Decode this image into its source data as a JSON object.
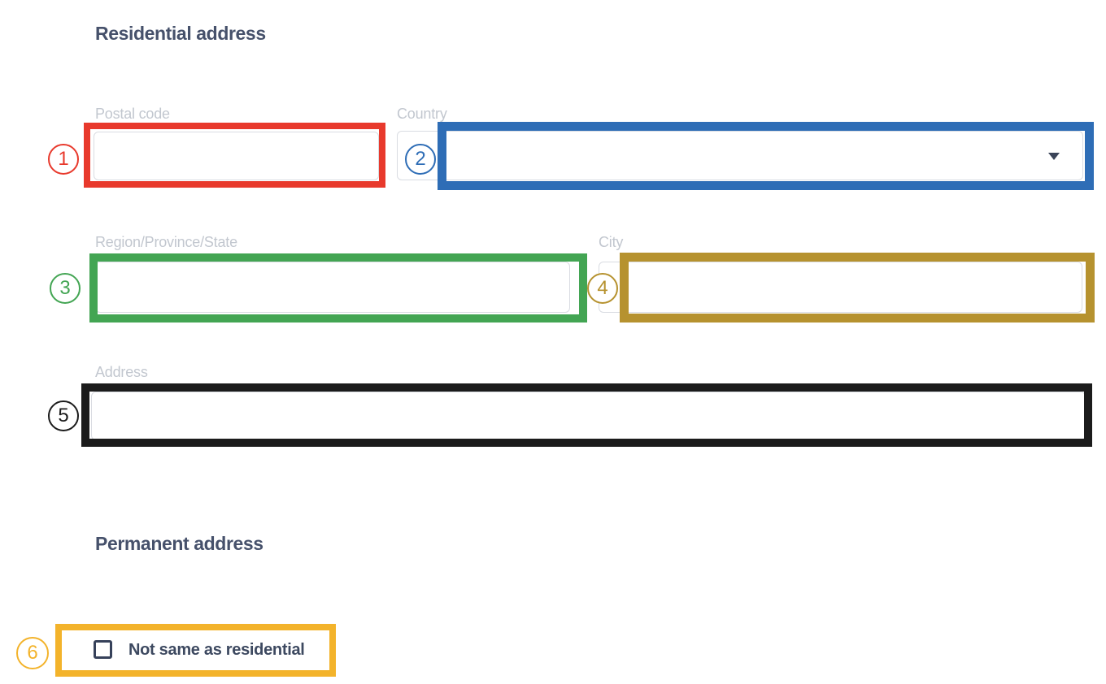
{
  "residential": {
    "title": "Residential address",
    "postal_code": {
      "label": "Postal code",
      "value": ""
    },
    "country": {
      "label": "Country",
      "value": ""
    },
    "region": {
      "label": "Region/Province/State",
      "value": ""
    },
    "city": {
      "label": "City",
      "value": ""
    },
    "address": {
      "label": "Address",
      "value": ""
    }
  },
  "permanent": {
    "title": "Permanent address",
    "not_same_checkbox": {
      "label": "Not same as residential",
      "checked": false
    }
  },
  "annotations": [
    {
      "digit": "1",
      "target": "postal-code-field",
      "color": "#e8392c"
    },
    {
      "digit": "2",
      "target": "country-dropdown",
      "color": "#2e6db6"
    },
    {
      "digit": "3",
      "target": "region-field",
      "color": "#43a553"
    },
    {
      "digit": "4",
      "target": "city-field",
      "color": "#b6922f"
    },
    {
      "digit": "5",
      "target": "address-field",
      "color": "#1b1b1b"
    },
    {
      "digit": "6",
      "target": "not-same-checkbox",
      "color": "#f3b32b"
    }
  ],
  "colors": {
    "heading_text": "#46516b",
    "field_label": "#c2c7cf",
    "field_border": "#d9dce2",
    "checkbox_border": "#36415a",
    "caret": "#3a4458",
    "background": "#ffffff"
  }
}
